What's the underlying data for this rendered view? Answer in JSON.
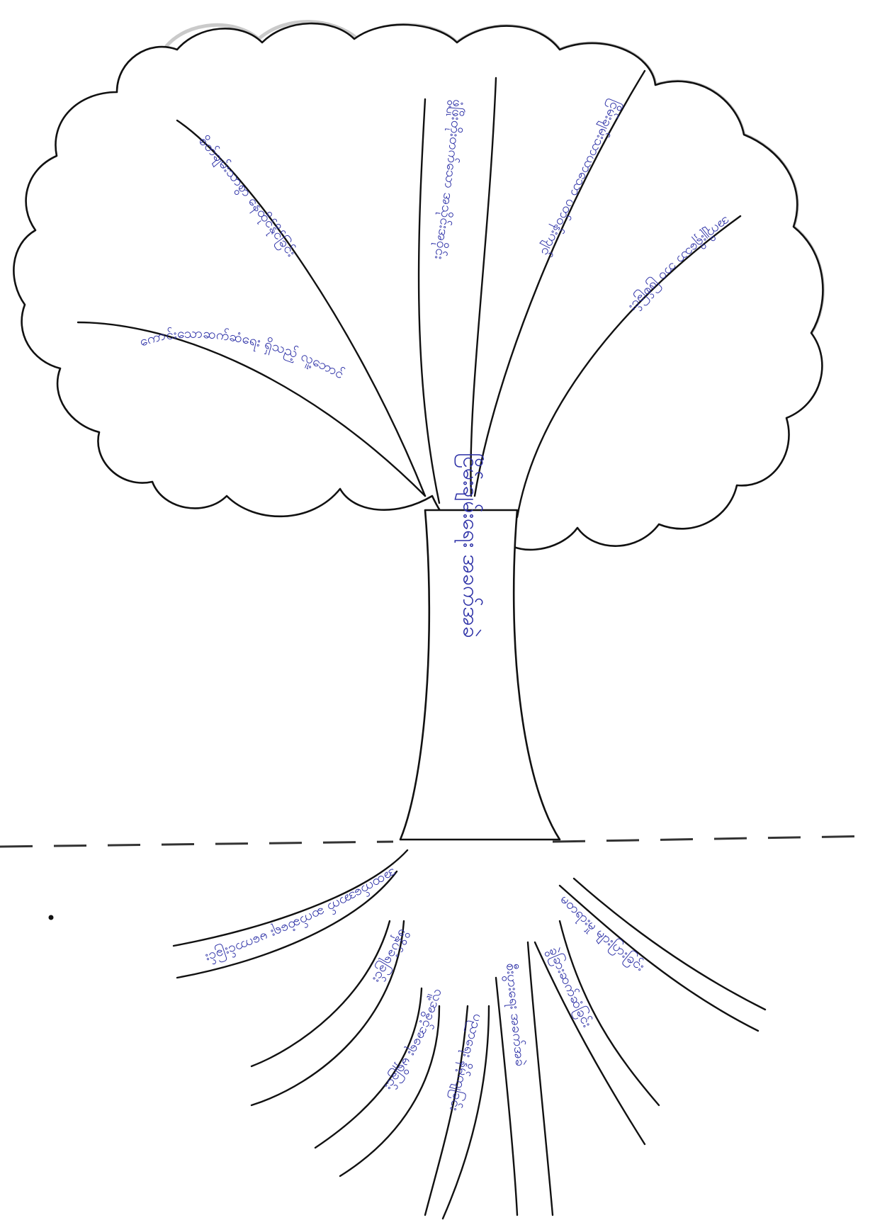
{
  "canopy_labels": [
    "ကောင်းသောဆက်ဆံရေး ရှိသည့် လူ့ဘောင်",
    "စိတ်ချမ်းသာစွာ နေထိုင်နိုင်ခြင်း",
    "ဖွံ့ဖြိုးတိုးတက်သော အသိုင်းအဝိုင်း",
    "ငြိမ်းချမ်းသာယာသော ပတ်ဝန်းကျင်",
    "အကျိုးရှိသော ဘဝ ဖြစ်ခြင်း"
  ],
  "trunk_label": "ငြိမ်းချမ်းရေး အခက်အခဲ",
  "root_labels": [
    "အထက်အောက် ဆက်ဆံရေး မကောင်းခြင်း",
    "ဖိနှိပ်ခံရခြင်း",
    "လူ့အခွင့်အရေး မရှိခြင်း",
    "ပညာရေး နိမ့်ကျခြင်း",
    "စီးပွားရေး အခက်အခဲ",
    "ခွဲခြားဆက်ဆံခြင်း",
    "မတရားမှု များပြားခြင်း"
  ]
}
